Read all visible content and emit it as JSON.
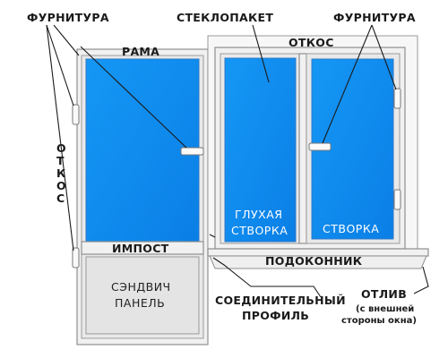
{
  "labels": {
    "hardware_left": "ФУРНИТУРА",
    "glass_unit": "СТЕКЛОПАКЕТ",
    "hardware_right": "ФУРНИТУРА",
    "frame": "РАМА",
    "slope_top": "ОТКОС",
    "slope_side": [
      "О",
      "Т",
      "К",
      "О",
      "С"
    ],
    "fixed_sash": [
      "ГЛУХАЯ",
      "СТВОРКА"
    ],
    "opening_sash": "СТВОРКА",
    "mullion": "ИМПОСТ",
    "sandwich_panel": [
      "СЭНДВИЧ",
      "ПАНЕЛЬ"
    ],
    "windowsill": "ПОДОКОННИК",
    "connecting_profile": [
      "СОЕДИНИТЕЛЬНЫЙ",
      "ПРОФИЛЬ"
    ],
    "drip": [
      "ОТЛИВ",
      "(с внешней",
      "стороны окна)"
    ]
  },
  "colors": {
    "glass": "#0a84ef",
    "glass_edge": "#2f79c8",
    "profile": "#f1f1f1",
    "outline": "#8f8f8f",
    "text": "#1a1a1a"
  }
}
